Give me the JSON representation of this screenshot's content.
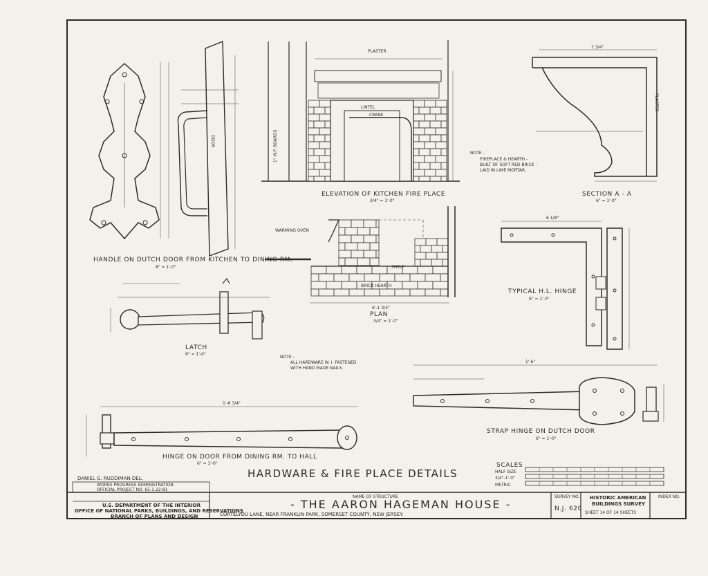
{
  "drawing": {
    "sheet_title": "HARDWARE & FIRE PLACE DETAILS",
    "labels": {
      "handle": "HANDLE ON DUTCH DOOR FROM KITCHEN TO DINING RM.",
      "handle_scale": "8\" = 1'-0\"",
      "door": "DOOR",
      "elevation": "ELEVATION OF KITCHEN FIRE PLACE",
      "elevation_scale": "3/4\" = 1'-0\"",
      "plaster_top": "PLASTER",
      "wall_boards": "1\" W.P. BOARDS",
      "lintel": "LINTEL",
      "crane": "CRANE",
      "fireplace_note_head": "NOTE -",
      "fireplace_note_1": "FIREPLACE & HEARTH -",
      "fireplace_note_2": "BUILT OF SOFT RED BRICK -",
      "fireplace_note_3": "LAID IN LIME MORTAR.",
      "section": "SECTION A - A",
      "section_scale": "6\" = 1'-0\"",
      "plaster_side": "PLASTER",
      "warming_oven": "WARMING OVEN",
      "shelf": "SHELF",
      "brick_hearth": "BRICK HEARTH",
      "plan": "PLAN",
      "plan_scale": "3/4\" = 1'-0\"",
      "hl_hinge": "TYPICAL H.L. HINGE",
      "hl_hinge_scale": "6\" = 1'-0\"",
      "latch": "LATCH",
      "latch_scale": "6\" = 1'-0\"",
      "hardware_note_1": "NOTE -",
      "hardware_note_2": "ALL HARDWARE W. I. FASTENED",
      "hardware_note_3": "WITH HAND MADE NAILS.",
      "strap_hinge": "STRAP HINGE ON DUTCH DOOR",
      "strap_hinge_scale": "6\" = 1'-0\"",
      "door_hinge": "HINGE ON DOOR FROM DINING RM. TO HALL",
      "door_hinge_scale": "6\" = 1'-0\"",
      "dim_strap": "1'-6\"",
      "dim_door_hinge": "1'-6 3/4\"",
      "dim_plan": "6'-1 3/4\"",
      "dim_section": "7 3/4\"",
      "dim_hl": "6 1/8\""
    },
    "scales": {
      "heading": "SCALES",
      "half_size": "HALF SIZE",
      "three_quarter": "3/4\"-1'-0\"",
      "metric": "METRIC"
    }
  },
  "title_block": {
    "delineator": "DANIEL G. RUDDIMAN  DEL.",
    "wpa_1": "WORKS PROGRESS ADMINISTRATION",
    "wpa_2": "OFFICIAL PROJECT NO. 65-1-22-81",
    "agency_1": "U.S. DEPARTMENT OF THE INTERIOR",
    "agency_2": "OFFICE OF NATIONAL PARKS, BUILDINGS, AND RESERVATIONS",
    "agency_3": "BRANCH OF PLANS AND DESIGN",
    "name_label": "NAME OF STRUCTURE",
    "structure_name": "- THE  AARON  HAGEMAN  HOUSE -",
    "location": "CORTELYOU LANE, NEAR FRANKLIN PARK, SOMERSET COUNTY, NEW JERSEY.",
    "survey_label": "SURVEY NO.",
    "survey_no": "N.J. 620",
    "habs_1": "HISTORIC AMERICAN",
    "habs_2": "BUILDINGS SURVEY",
    "sheet_info": "SHEET 14 OF 14 SHEETS",
    "index_label": "INDEX NO."
  }
}
